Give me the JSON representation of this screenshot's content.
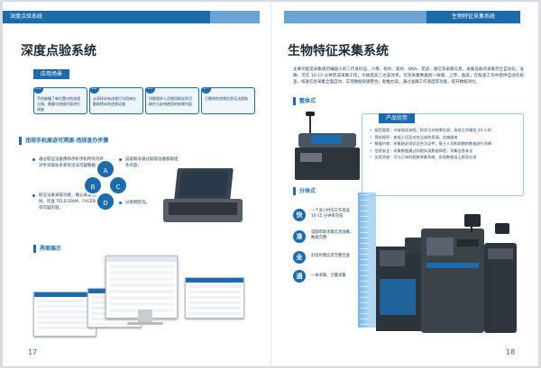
{
  "left": {
    "topbar": "深度点验系统",
    "title": "深度点验系统",
    "scenario_tag": "应用场景",
    "cards": [
      {
        "num": "01",
        "text": "手机被撞了每位置对的违规过线、需要对违规内容进行调查"
      },
      {
        "num": "02",
        "text": "从采样机有违规行为用来在勤取得未的违规证据"
      },
      {
        "num": "03",
        "text": "切割相关人员使用取证的可取在与安线使用的结果内容"
      },
      {
        "num": "04",
        "text": "已删除的违规信息无法提取"
      }
    ],
    "section1": "违规手机痕迹可溯源·违规查办步骤",
    "bullets": [
      "通过取证设备像和手机手机所有内容，对手深取标条新有违法可疑数据；",
      "说取联号通过取取设备都取提条内容；",
      "取证设备采取功能，确认采集规、规探、检查 TELEGRAM、FACEBOOK 等等可疑内容；",
      "分类网智选。"
    ],
    "diamond": [
      "A",
      "B",
      "C",
      "D"
    ],
    "section2": "界面展示",
    "page_number": "17"
  },
  "right": {
    "topbar": "生物特征采集系统",
    "title": "生物特征采集系统",
    "intro": "主要功能是采集规范嫌疑人的二代身份证、人像、指纹、掌纹、DNA、足迹、通信等采集信息，采集设备的采集完全自动化、准确、可在 10-15 分钟完成采集工作，大幅提高了办案效率。实现采集数据统一收集、上传、备案，在核查工作中提供自动化核查，核查信息采集全面自动，实现数据快速整合，助推办案，通过准确工作速度等功能，提升数据对比。",
    "sec_adv": "整体式",
    "adv_tag": "产品优势",
    "adv_list": [
      "规范管理：节省规定流程，检验可对结果信息，高效工作稳定 24 小时",
      "简化程序：放低人员及对应达成的资源，实施服务",
      "数据约束：采集前必须验证合法证件，基于人员和前期的数据进行判断",
      "信息安全：采集数据通过网络实现数据保密，采集信息安全",
      "实用开放：可与已有的相关采集系统、实现数据自上报及应用"
    ],
    "sec_split": "分体式",
    "circles": [
      {
        "char": "快",
        "text": "一个多小时的工作变成 10-15 分钟来完成"
      },
      {
        "char": "准",
        "text": "电脑帮助采集信息准确，数据完整"
      },
      {
        "char": "全",
        "text": "办案所需信息完整全面"
      },
      {
        "char": "通",
        "text": "一本采集、全量采集"
      }
    ],
    "page_number": "18"
  },
  "colors": {
    "accent": "#1c6cad",
    "accent_light": "#6aa4d4",
    "text": "#23425e"
  }
}
